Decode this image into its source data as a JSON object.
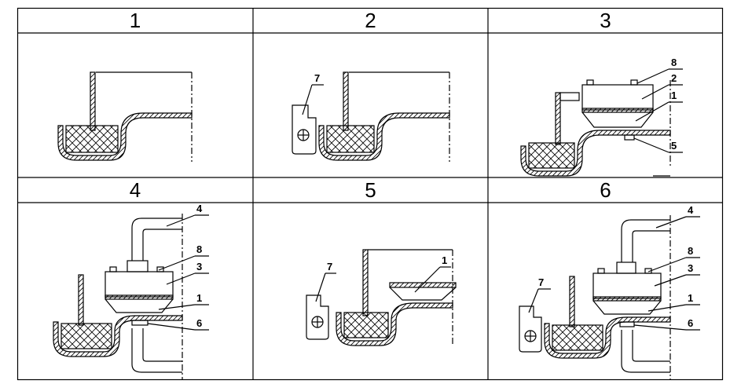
{
  "panels": [
    {
      "header": "1",
      "callouts": []
    },
    {
      "header": "2",
      "callouts": [
        "7"
      ]
    },
    {
      "header": "3",
      "callouts": [
        "8",
        "2",
        "1",
        "5"
      ]
    },
    {
      "header": "4",
      "callouts": [
        "4",
        "8",
        "3",
        "1",
        "6"
      ]
    },
    {
      "header": "5",
      "callouts": [
        "7",
        "1"
      ]
    },
    {
      "header": "6",
      "callouts": [
        "7",
        "4",
        "8",
        "3",
        "1",
        "6"
      ]
    }
  ]
}
